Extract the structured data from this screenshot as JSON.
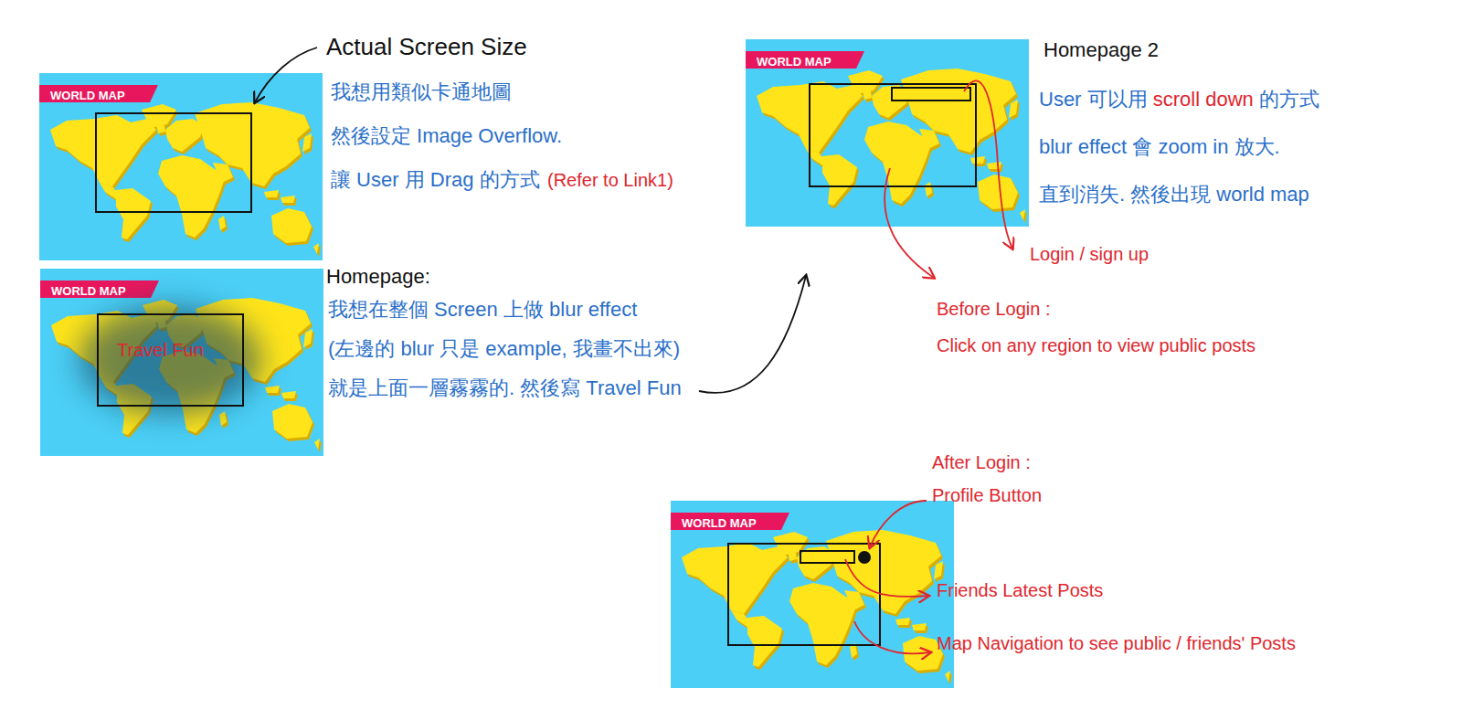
{
  "diagram": {
    "nodes": [
      {
        "text": [
          "WORLD MAP"
        ]
      },
      {
        "text": [
          "WORLD MAP"
        ]
      },
      {
        "text": [
          "Travel Fun"
        ],
        "in": 1
      },
      {
        "text": [
          "WORLD MAP"
        ]
      },
      {
        "text": [
          "WORLD MAP"
        ]
      }
    ],
    "labels": [
      "Actual Screen Size",
      "我想用類似卡通地圖 然後設定 Image Overflow. 讓 User 用 Drag 的方式",
      "(Refer to Link1)",
      "Homepage:",
      "我想在整個 Screen 上做 blur effect (左邊的 blur 只是 example, 我畫不出來) 就是上面一層霧霧的. 然後寫 Travel Fun",
      "Homepage 2",
      "User 可以用",
      "scroll down",
      "的方式 blur effect 會 zoom in 放大. 直到消失. 然後出現 world map",
      "Login / sign up",
      "Before Login :",
      "Click on any region to view public posts",
      "After Login :",
      "Profile Button",
      "Friends Latest Posts",
      "Map Navigation to see public / friends' Posts"
    ]
  }
}
